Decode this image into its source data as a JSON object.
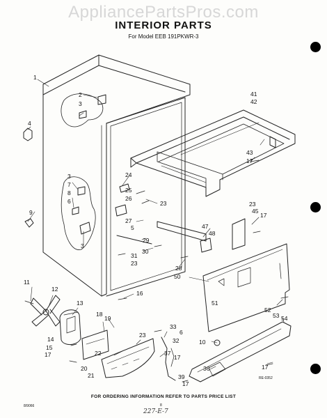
{
  "watermark": "AppliancePartsPros.com",
  "title": "INTERIOR PARTS",
  "subtitle": "For Model EEB 191PKWR-3",
  "footer": "FOR ORDERING INFORMATION REFER TO PARTS PRICE LIST",
  "diagram_code": "RE-0352",
  "doc_code": "8/9066",
  "page_mark": "8",
  "handwritten": "227-E-7",
  "callouts": [
    {
      "id": "c1",
      "text": "1"
    },
    {
      "id": "c2",
      "text": "2"
    },
    {
      "id": "c3a",
      "text": "3"
    },
    {
      "id": "c4",
      "text": "4"
    },
    {
      "id": "c3b",
      "text": "3"
    },
    {
      "id": "c7",
      "text": "7"
    },
    {
      "id": "c8",
      "text": "8"
    },
    {
      "id": "c6a",
      "text": "6"
    },
    {
      "id": "c9",
      "text": "9"
    },
    {
      "id": "c3c",
      "text": "3"
    },
    {
      "id": "c24",
      "text": "24"
    },
    {
      "id": "c25",
      "text": "25"
    },
    {
      "id": "c26",
      "text": "26"
    },
    {
      "id": "c23a",
      "text": "23"
    },
    {
      "id": "c27",
      "text": "27"
    },
    {
      "id": "c5",
      "text": "5"
    },
    {
      "id": "c29",
      "text": "29"
    },
    {
      "id": "c31",
      "text": "31"
    },
    {
      "id": "c23b",
      "text": "23"
    },
    {
      "id": "c30",
      "text": "30"
    },
    {
      "id": "c47",
      "text": "47"
    },
    {
      "id": "c48",
      "text": "48"
    },
    {
      "id": "c28",
      "text": "28"
    },
    {
      "id": "c50",
      "text": "50"
    },
    {
      "id": "c41",
      "text": "41"
    },
    {
      "id": "c42",
      "text": "42"
    },
    {
      "id": "c43",
      "text": "43"
    },
    {
      "id": "c17a",
      "text": "17"
    },
    {
      "id": "c23c",
      "text": "23"
    },
    {
      "id": "c45",
      "text": "45"
    },
    {
      "id": "c17b",
      "text": "17"
    },
    {
      "id": "c51",
      "text": "51"
    },
    {
      "id": "c52",
      "text": "52"
    },
    {
      "id": "c53",
      "text": "53"
    },
    {
      "id": "c54",
      "text": "54"
    },
    {
      "id": "c16",
      "text": "16"
    },
    {
      "id": "c11",
      "text": "11"
    },
    {
      "id": "c12",
      "text": "12"
    },
    {
      "id": "c13",
      "text": "13"
    },
    {
      "id": "c14",
      "text": "14"
    },
    {
      "id": "c15",
      "text": "15"
    },
    {
      "id": "c17c",
      "text": "17"
    },
    {
      "id": "c18",
      "text": "18"
    },
    {
      "id": "c19",
      "text": "19"
    },
    {
      "id": "c22",
      "text": "22"
    },
    {
      "id": "c23d",
      "text": "23"
    },
    {
      "id": "c20",
      "text": "20"
    },
    {
      "id": "c21",
      "text": "21"
    },
    {
      "id": "c33",
      "text": "33"
    },
    {
      "id": "c6b",
      "text": "6"
    },
    {
      "id": "c32",
      "text": "32"
    },
    {
      "id": "c37",
      "text": "37"
    },
    {
      "id": "c17d",
      "text": "17"
    },
    {
      "id": "c39",
      "text": "39"
    },
    {
      "id": "c17e",
      "text": "17"
    },
    {
      "id": "c10",
      "text": "10"
    },
    {
      "id": "c36",
      "text": "36"
    },
    {
      "id": "c17f",
      "text": "17"
    }
  ]
}
